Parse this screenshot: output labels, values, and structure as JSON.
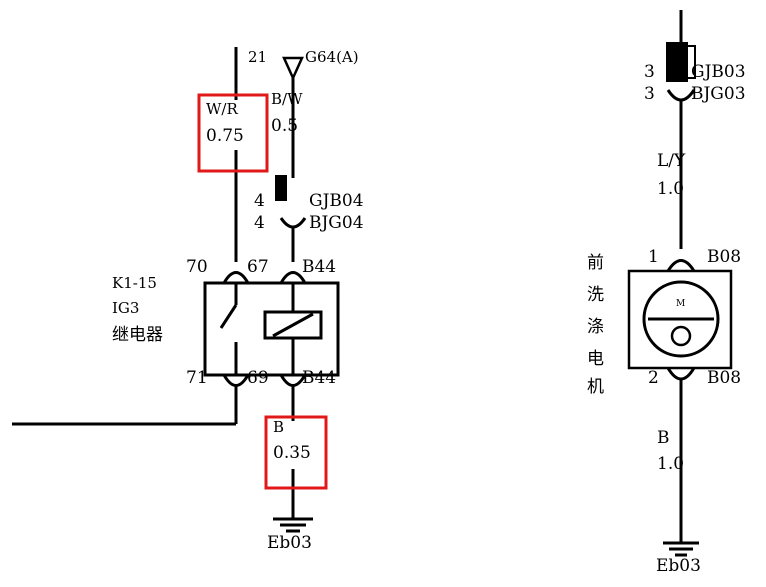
{
  "left": {
    "wire_top_pin": "21",
    "splice_label": "G64(A)",
    "wire_wr": {
      "color": "W/R",
      "size": "0.75"
    },
    "wire_bw": {
      "color": "B/W",
      "size": "0.5"
    },
    "connector_gjb04": {
      "pin_a": "4",
      "name_a": "GJB04",
      "pin_b": "4",
      "name_b": "BJG04"
    },
    "relay": {
      "ref": "K1-15",
      "model": "IG3",
      "name": "继电器",
      "pin_70": "70",
      "pin_67": "67",
      "pin_b44_top": "B44",
      "pin_71": "71",
      "pin_69": "69",
      "pin_b44_bottom": "B44"
    },
    "wire_b": {
      "color": "B",
      "size": "0.35"
    },
    "ground": "Eb03"
  },
  "right": {
    "connector_gjb03": {
      "pin_a": "3",
      "name_a": "GJB03",
      "pin_b": "3",
      "name_b": "BJG03"
    },
    "wire_ly": {
      "color": "L/Y",
      "size": "1.0"
    },
    "motor": {
      "name_chars": [
        "前",
        "洗",
        "涤",
        "电",
        "机"
      ],
      "pin_1": "1",
      "pin_1_conn": "B08",
      "pin_2": "2",
      "pin_2_conn": "B08",
      "symbol": "M"
    },
    "wire_b": {
      "color": "B",
      "size": "1.0"
    },
    "ground": "Eb03"
  },
  "colors": {
    "wire": "#000000",
    "highlight": "#e01818"
  }
}
